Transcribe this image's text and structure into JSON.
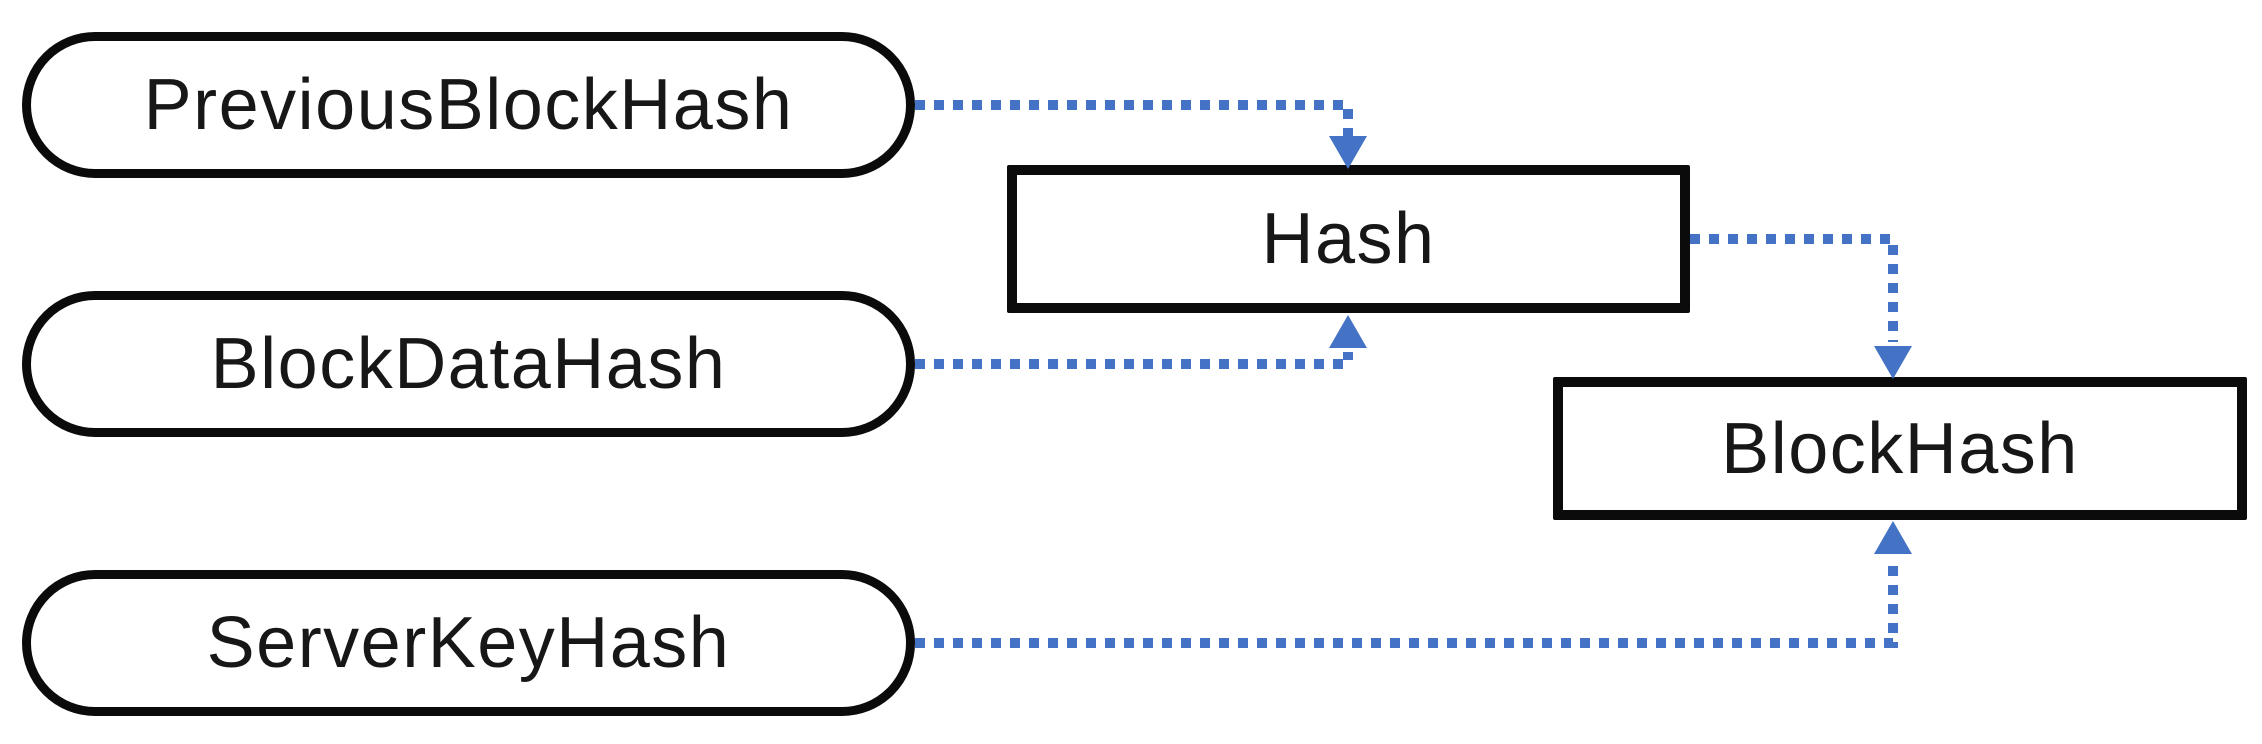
{
  "diagram": {
    "background_color": "#ffffff",
    "node_border_color": "#0b0b0b",
    "node_fill_color": "#ffffff",
    "text_color": "#171717",
    "connector_color": "#4472C4",
    "connector_style": "dotted-arrow",
    "input_nodes": [
      {
        "id": "previous-block-hash",
        "label": "PreviousBlockHash",
        "shape": "stadium"
      },
      {
        "id": "block-data-hash",
        "label": "BlockDataHash",
        "shape": "stadium"
      },
      {
        "id": "server-key-hash",
        "label": "ServerKeyHash",
        "shape": "stadium"
      }
    ],
    "process_nodes": [
      {
        "id": "hash",
        "label": "Hash",
        "shape": "rectangle"
      },
      {
        "id": "block-hash",
        "label": "BlockHash",
        "shape": "rectangle"
      }
    ],
    "edges": [
      {
        "from": "PreviousBlockHash",
        "to": "Hash",
        "style": "dotted-arrow"
      },
      {
        "from": "BlockDataHash",
        "to": "Hash",
        "style": "dotted-arrow"
      },
      {
        "from": "Hash",
        "to": "BlockHash",
        "style": "dotted-arrow"
      },
      {
        "from": "ServerKeyHash",
        "to": "BlockHash",
        "style": "dotted-arrow"
      }
    ]
  }
}
